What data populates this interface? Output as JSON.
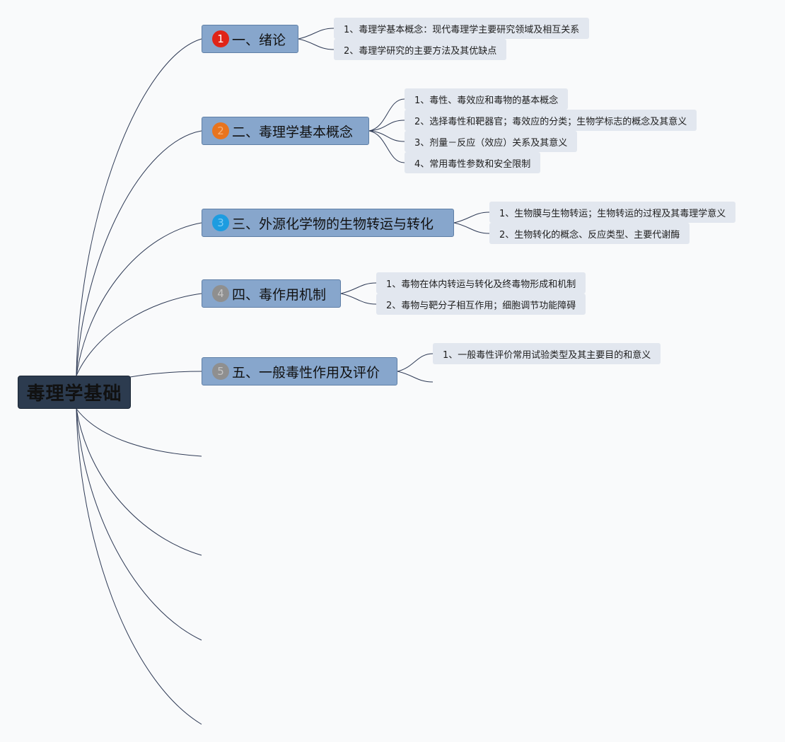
{
  "root": {
    "label": "毒理学基础"
  },
  "branches": [
    {
      "badge": "1",
      "badge_color": "#e02418",
      "badge_text_color": "#ffffff",
      "label": "一、绪论",
      "children": [
        "1、毒理学基本概念：现代毒理学主要研究领域及相互关系",
        "2、毒理学研究的主要方法及其优缺点"
      ]
    },
    {
      "badge": "2",
      "badge_color": "#e8741e",
      "badge_text_color": "#f7b27a",
      "label": "二、毒理学基本概念",
      "children": [
        "1、毒性、毒效应和毒物的基本概念",
        "2、选择毒性和靶器官；毒效应的分类；生物学标志的概念及其意义",
        "3、剂量－反应（效应）关系及其意义",
        "4、常用毒性参数和安全限制"
      ]
    },
    {
      "badge": "3",
      "badge_color": "#1d9ce0",
      "badge_text_color": "#7fcdf5",
      "label": "三、外源化学物的生物转运与转化",
      "children": [
        "1、生物膜与生物转运；生物转运的过程及其毒理学意义",
        "2、生物转化的概念、反应类型、主要代谢酶"
      ]
    },
    {
      "badge": "4",
      "badge_color": "#8f8f8f",
      "badge_text_color": "#c5c5c5",
      "label": "四、毒作用机制",
      "children": [
        "1、毒物在体内转运与转化及终毒物形成和机制",
        "2、毒物与靶分子相互作用；细胞调节功能障碍"
      ]
    },
    {
      "badge": "5",
      "badge_color": "#8f8f8f",
      "badge_text_color": "#c5c5c5",
      "label": "五、一般毒性作用及评价",
      "children": [
        "1、一般毒性评价常用试验类型及其主要目的和意义"
      ]
    }
  ],
  "colors": {
    "line": "#2e3a55",
    "root_bg": "#2c3b4f",
    "branch_bg": "#87a6cc",
    "leaf_bg": "#e2e7ef",
    "canvas_bg": "#f9fafb"
  }
}
